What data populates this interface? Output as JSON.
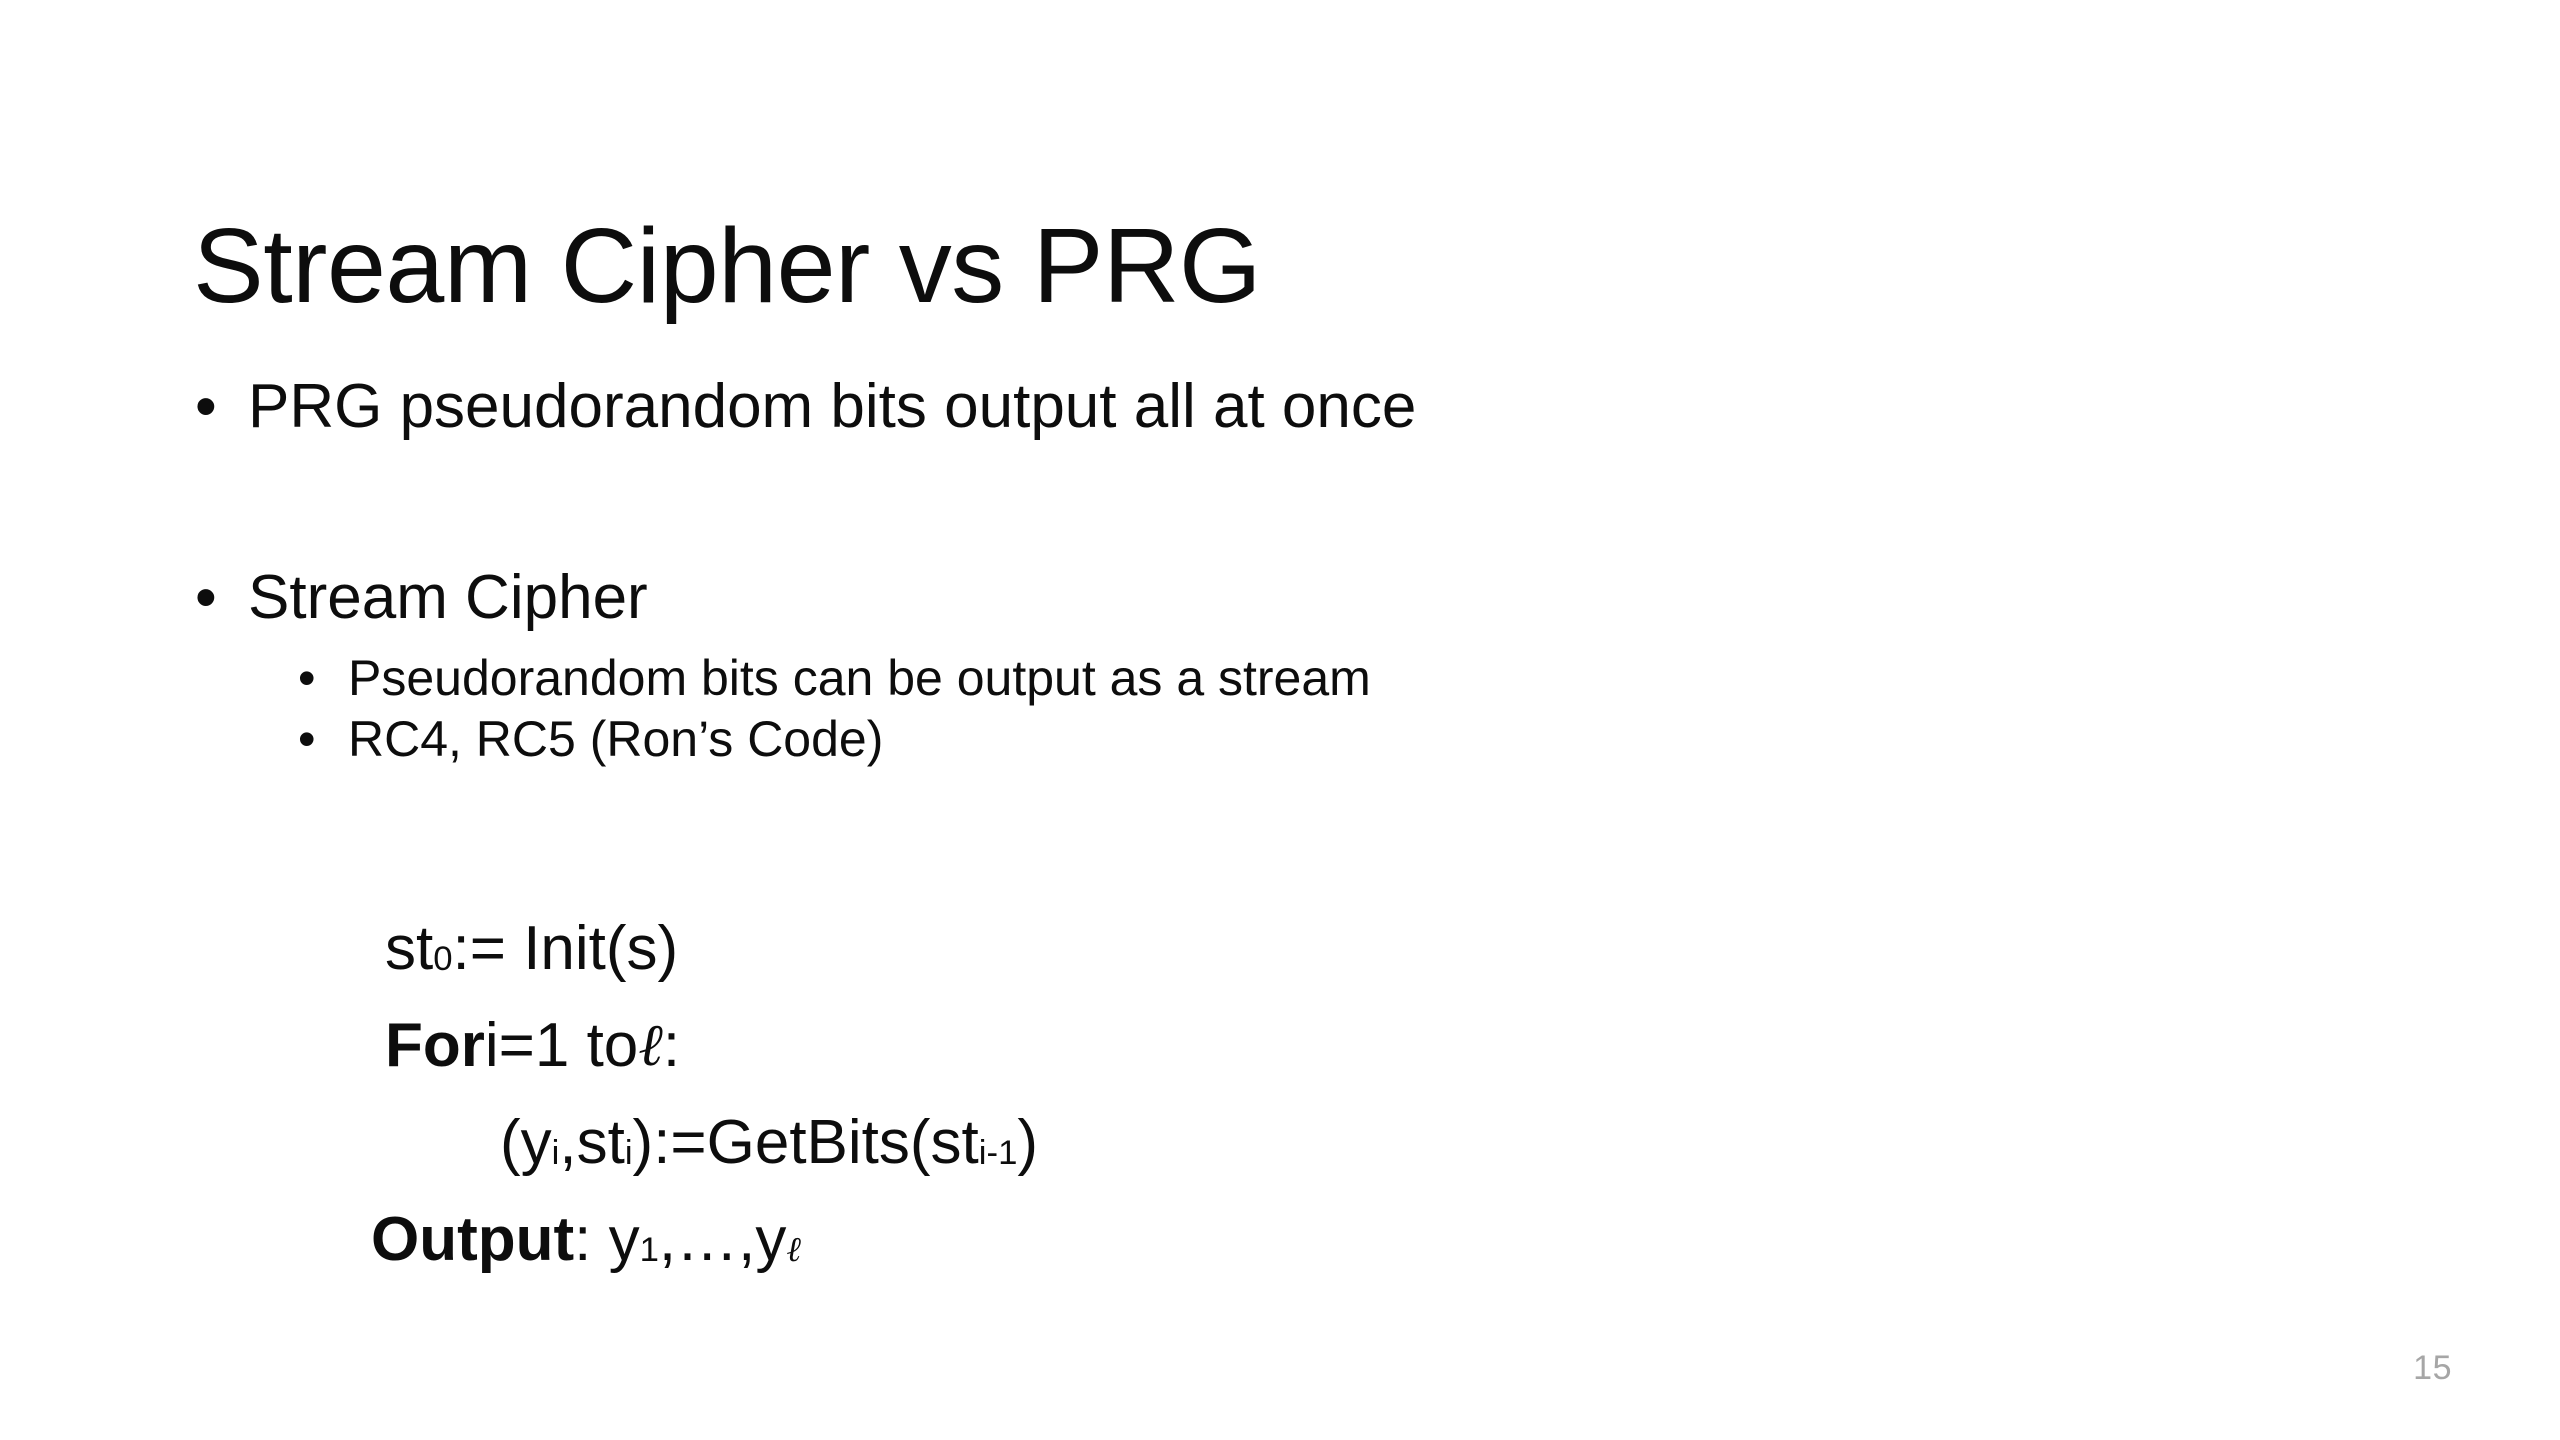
{
  "slide": {
    "title": "Stream Cipher vs PRG",
    "page_number": "15",
    "background_color": "#ffffff",
    "text_color": "#0d0d0d",
    "page_number_color": "#a6a6a6"
  },
  "body": {
    "bullet_marker": "•",
    "items": [
      {
        "level": 1,
        "text": "PRG pseudorandom bits output all at once"
      },
      {
        "level": 1,
        "text": "Stream Cipher"
      },
      {
        "level": 2,
        "text": "Pseudorandom bits can be output as a stream"
      },
      {
        "level": 2,
        "text": "RC4, RC5 (Ron’s Code)"
      }
    ]
  },
  "pseudocode": {
    "line1": {
      "prefix": "st",
      "sub": "0",
      "suffix": " := Init(s)"
    },
    "line2": {
      "keyword": "For",
      "mid": " i=1 to ",
      "ell": "ℓ",
      "suffix": ":"
    },
    "line3": {
      "p1": "(y",
      "sub1": "i",
      "p2": ",st",
      "sub2": "i",
      "p3": "):=GetBits(st",
      "sub3": "i-1",
      "p4": ")"
    },
    "line4": {
      "keyword": "Output",
      "mid": ": y",
      "sub1": "1",
      "p2": ",…,y",
      "sub2": "ℓ"
    }
  }
}
